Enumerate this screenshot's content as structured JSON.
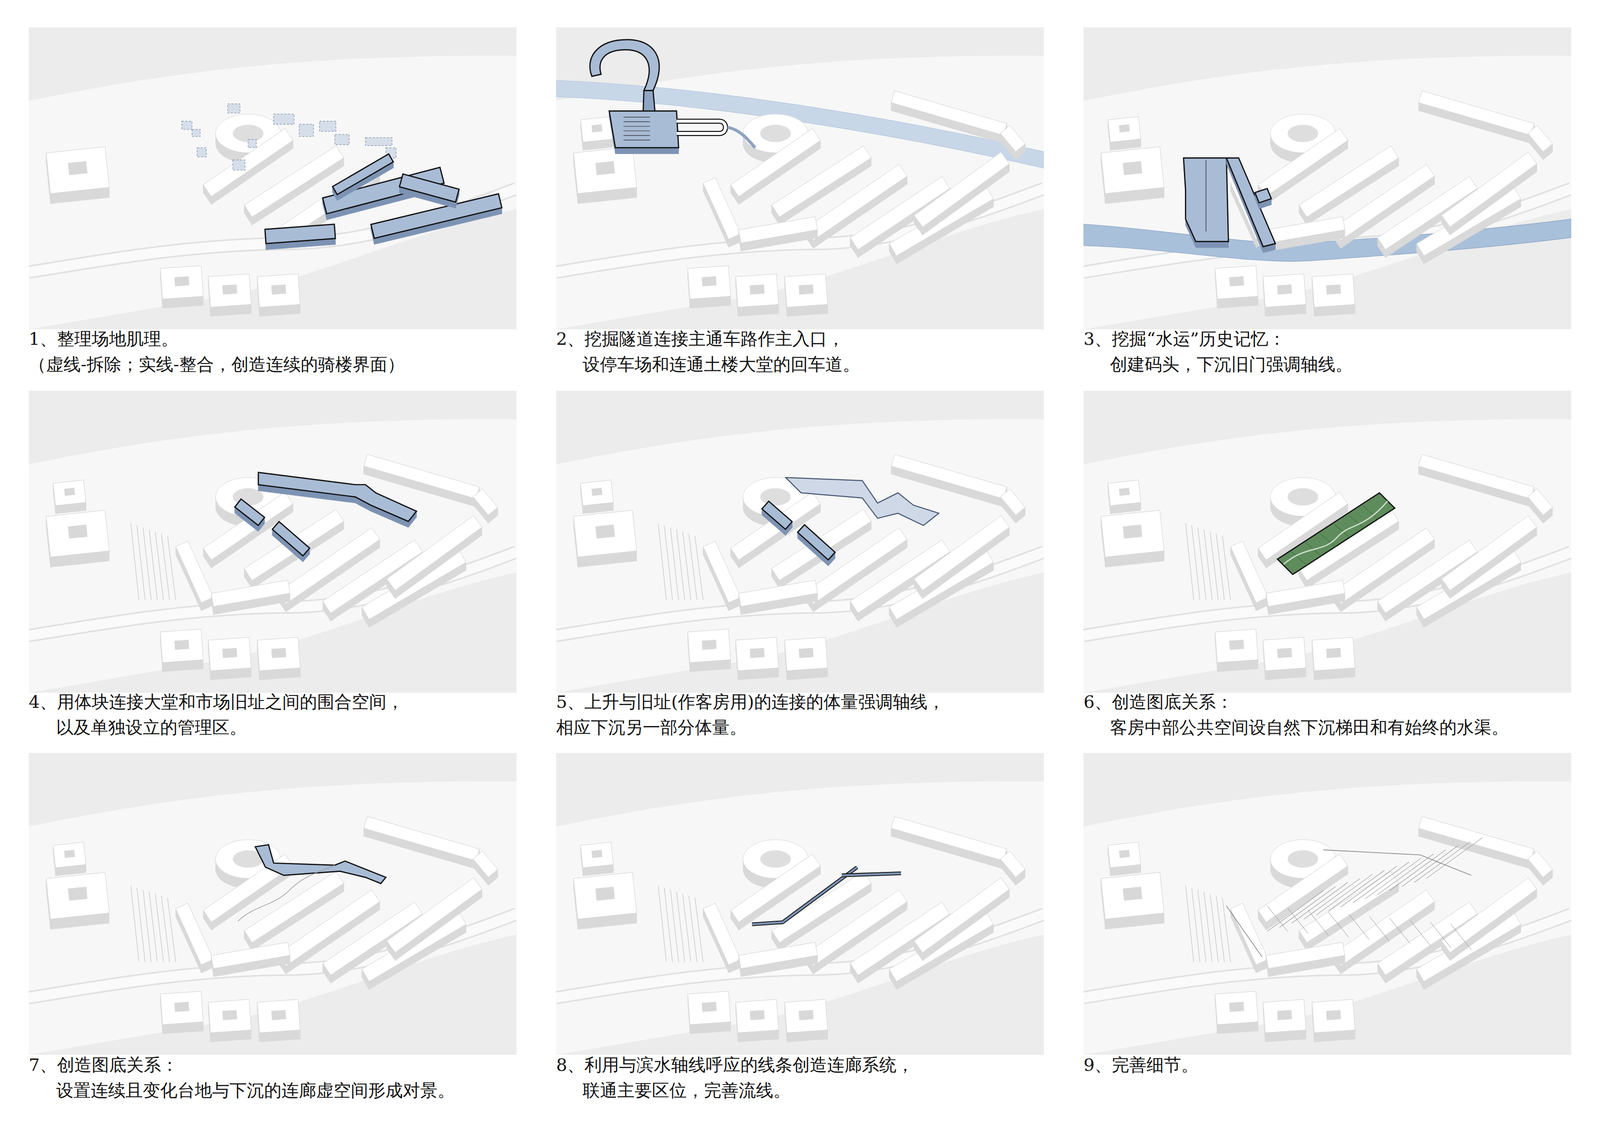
{
  "diagram": {
    "labels": [
      "1、整理场地肌理。",
      "（虚线-拆除；实线-整合，创造连续的骑楼界面）",
      "2、挖掘隧道连接主通车路作主入口，",
      "设停车场和连通土楼大堂的回车道。",
      "3、挖掘“水运”历史记忆：",
      "创建码头，下沉旧门强调轴线。",
      "4、用体块连接大堂和市场旧址之间的围合空间，",
      "以及单独设立的管理区。",
      "5、上升与旧址(作客房用)的连接的体量强调轴线，",
      "相应下沉另一部分体量。",
      "6、创造图底关系：",
      "客房中部公共空间设自然下沉梯田和有始终的水渠。",
      "7、创造图底关系：",
      "设置连续且变化台地与下沉的连廊虚空间形成对景。",
      "8、利用与滨水轴线呼应的线条创造连廊系统，",
      "联通主要区位，完善流线。",
      "9、完善细节。"
    ]
  }
}
